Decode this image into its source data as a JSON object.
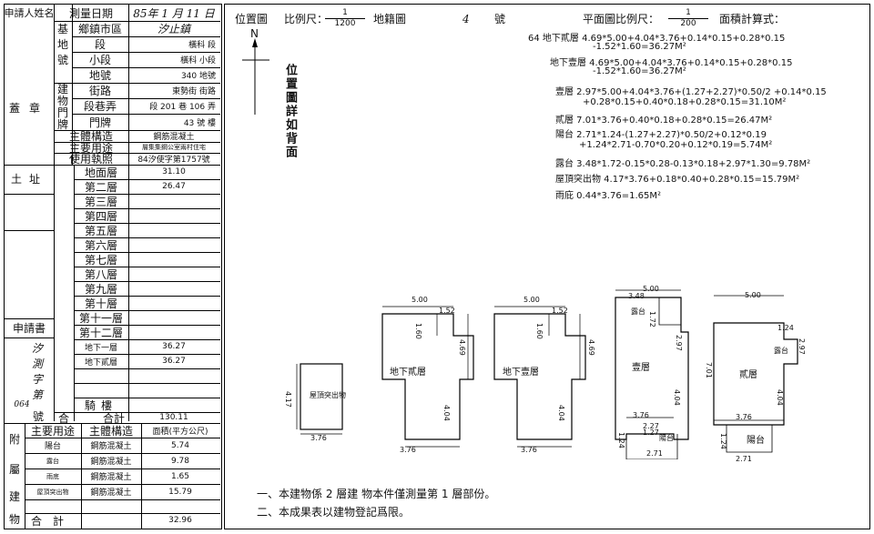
{
  "form": {
    "applicant_label": "申請人姓名",
    "survey_date_label": "測量日期",
    "survey_date_value": "85年 1 月 11 日",
    "seal_label": "蓋章",
    "address_label": "土址",
    "application_label": "申請書",
    "app_number_label": "號",
    "app_number_chars": [
      "汐",
      "測",
      "字",
      "第"
    ],
    "app_number_value": "064",
    "base_group_label": [
      "基",
      "地",
      "號"
    ],
    "base_rows": [
      {
        "label": "鄉鎮市區",
        "value": ""
      },
      {
        "label": "段",
        "value": "橫科 段"
      },
      {
        "label": "小段",
        "value": "橫科 小段"
      },
      {
        "label": "地號",
        "value": "340 地號"
      }
    ],
    "town_handwritten": "汐止鎮",
    "door_group_label": [
      "建",
      "物",
      "門",
      "牌"
    ],
    "door_rows": [
      {
        "label": "街路",
        "value": "東勢街 街路"
      },
      {
        "label": "段巷弄",
        "value": "段 201 巷 106 弄"
      },
      {
        "label": "門牌",
        "value": "43 號 樓"
      }
    ],
    "info_rows": [
      {
        "label": "主體構造",
        "value": "鋼筋混凝土"
      },
      {
        "label": "主要用途",
        "value": "層集集鋼公室兩村住宅"
      },
      {
        "label": "使用執照",
        "value": "84汐使字第1757號"
      }
    ],
    "floors": [
      {
        "label": "地面層",
        "value": "31.10"
      },
      {
        "label": "第二層",
        "value": "26.47"
      },
      {
        "label": "第三層",
        "value": ""
      },
      {
        "label": "第四層",
        "value": ""
      },
      {
        "label": "第五層",
        "value": ""
      },
      {
        "label": "第六層",
        "value": ""
      },
      {
        "label": "第七層",
        "value": ""
      },
      {
        "label": "第八層",
        "value": ""
      },
      {
        "label": "第九層",
        "value": ""
      },
      {
        "label": "第十層",
        "value": ""
      },
      {
        "label": "第十一層",
        "value": ""
      },
      {
        "label": "第十二層",
        "value": ""
      },
      {
        "label": "地下一層",
        "value": "36.27"
      },
      {
        "label": "地下貳層",
        "value": "36.27"
      },
      {
        "label": "",
        "value": ""
      },
      {
        "label": "",
        "value": ""
      },
      {
        "label": "騎樓",
        "value": ""
      },
      {
        "label": "合計",
        "value": "130.11"
      }
    ],
    "annex_label": [
      "附",
      "屬",
      "建",
      "物"
    ],
    "annex_headers": [
      "主要用途",
      "主體構造",
      "面積(平方公尺)"
    ],
    "annex_rows": [
      {
        "use": "陽台",
        "structure": "鋼筋混凝土",
        "area": "5.74"
      },
      {
        "use": "露台",
        "structure": "鋼筋混凝土",
        "area": "9.78"
      },
      {
        "use": "雨底",
        "structure": "鋼筋混凝土",
        "area": "1.65"
      },
      {
        "use": "屋頂突出物",
        "structure": "鋼筋混凝土",
        "area": "15.79"
      }
    ],
    "annex_total_label": "合計",
    "annex_total_value": "32.96"
  },
  "header": {
    "location_map_label": "位置圖",
    "scale_label": "比例尺：",
    "scale_num": "1",
    "scale_den_location": "1200",
    "cadastral_label": "地籍圖",
    "map_number": "4",
    "number_label": "號",
    "floor_plan_scale_label": "平面圖比例尺：",
    "scale_den_plan": "200",
    "area_formula_label": "面積計算式："
  },
  "north_label": "N",
  "location_note": "位置圖詳如背面",
  "calculations": [
    "64  地下貳層  4.69*5.00+4.04*3.76+0.14*0.15+0.28*0.15",
    "-1.52*1.60=36.27M²",
    "地下壹層  4.69*5.00+4.04*3.76+0.14*0.15+0.28*0.15",
    "-1.52*1.60=36.27M²",
    "壹層  2.97*5.00+4.04*3.76+(1.27+2.27)*0.50/2  +0.14*0.15",
    "+0.28*0.15+0.40*0.18+0.28*0.15=31.10M²",
    "貳層  7.01*3.76+0.40*0.18+0.28*0.15=26.47M²",
    "陽台  2.71*1.24-(1.27+2.27)*0.50/2+0.12*0.19",
    "+1.24*2.71-0.70*0.20+0.12*0.19=5.74M²",
    "露台  3.48*1.72-0.15*0.28-0.13*0.18+2.97*1.30=9.78M²",
    "屋頂突出物  4.17*3.76+0.18*0.40+0.28*0.15=15.79M²",
    "雨庇  0.44*3.76=1.65M²"
  ],
  "plans": {
    "roof": {
      "name": "屋頂突出物",
      "w": "3.76",
      "h": "4.17"
    },
    "b2": {
      "name": "地下貳層",
      "top": "5.00",
      "notch_w": "1.52",
      "notch_h": "1.60",
      "h1": "4.69",
      "h2": "4.04",
      "bottom": "3.76"
    },
    "b1": {
      "name": "地下壹層",
      "top": "5.00",
      "notch_w": "1.52",
      "notch_h": "1.60",
      "h1": "4.69",
      "h2": "4.04",
      "bottom": "3.76"
    },
    "f1": {
      "name": "壹層",
      "top": "5.00",
      "terrace": "露台",
      "d1": "3.48",
      "d2": "1.72",
      "d3": "2.97",
      "d4": "4.04",
      "d5": "3.76",
      "d6": "1.24",
      "d7": "2.71",
      "d8": "2.27",
      "d9": "1.27",
      "balcony": "陽台"
    },
    "f2": {
      "name": "貳層",
      "top": "5.00",
      "terrace": "露台",
      "d1": "1.24",
      "d2": "2.97",
      "d3": "7.01",
      "d4": "4.04",
      "d5": "3.76",
      "d6": "1.24",
      "d7": "2.71",
      "balcony": "陽台"
    }
  },
  "notes": [
    "一、本建物係   2   層建  物本件僅測量第   1   層部份。",
    "二、本成果表以建物登記爲限。"
  ]
}
